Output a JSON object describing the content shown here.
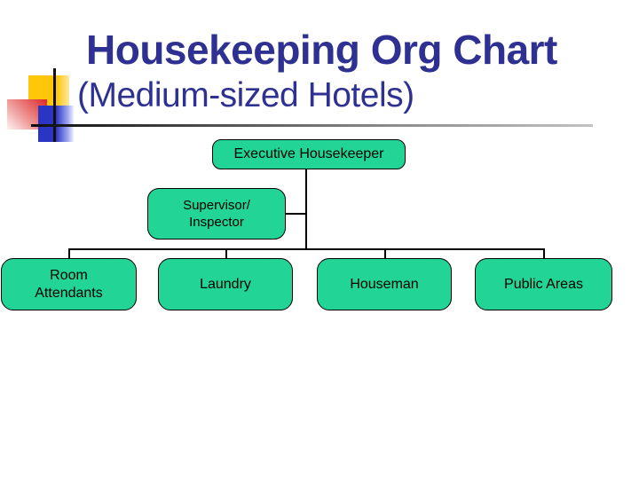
{
  "slide": {
    "title": "Housekeeping Org Chart",
    "subtitle": "(Medium-sized Hotels)"
  },
  "colors": {
    "title_text": "#2E3192",
    "box_fill": "#22D496",
    "box_border": "#000000",
    "connector_line": "#000000",
    "decor_yellow": "#FFC60A",
    "decor_red": "#DC2828",
    "decor_blue": "#2A35C4",
    "divider_rule": "#4A4A4A"
  },
  "org_chart": {
    "root": {
      "label": "Executive Housekeeper"
    },
    "supervisor": {
      "line1": "Supervisor/",
      "line2": "Inspector"
    },
    "departments": [
      {
        "line1": "Room",
        "line2": "Attendants"
      },
      {
        "line1": "Laundry"
      },
      {
        "line1": "Houseman"
      },
      {
        "line1": "Public Areas"
      }
    ]
  }
}
